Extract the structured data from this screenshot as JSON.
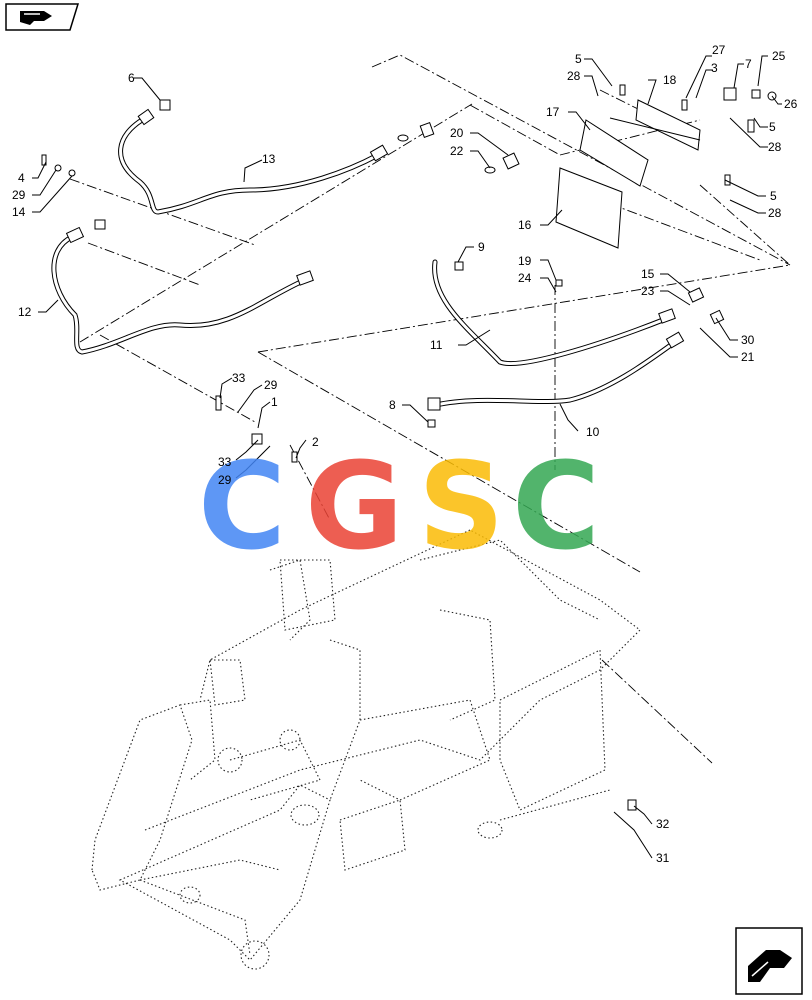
{
  "nav": {
    "prev_icon": "hand-pointer-icon",
    "next_icon": "hand-pointer-icon"
  },
  "watermark": {
    "letters": [
      "C",
      "G",
      "S",
      "C"
    ],
    "colors": [
      "#4285F4",
      "#EA4335",
      "#FBBC05",
      "#34A853"
    ]
  },
  "callouts": [
    {
      "id": "c1",
      "text": "1"
    },
    {
      "id": "c2",
      "text": "2"
    },
    {
      "id": "c3",
      "text": "3"
    },
    {
      "id": "c4",
      "text": "4"
    },
    {
      "id": "c5a",
      "text": "5"
    },
    {
      "id": "c5b",
      "text": "5"
    },
    {
      "id": "c5c",
      "text": "5"
    },
    {
      "id": "c6",
      "text": "6"
    },
    {
      "id": "c7",
      "text": "7"
    },
    {
      "id": "c8",
      "text": "8"
    },
    {
      "id": "c9",
      "text": "9"
    },
    {
      "id": "c10",
      "text": "10"
    },
    {
      "id": "c11",
      "text": "11"
    },
    {
      "id": "c12",
      "text": "12"
    },
    {
      "id": "c13",
      "text": "13"
    },
    {
      "id": "c14",
      "text": "14"
    },
    {
      "id": "c15",
      "text": "15"
    },
    {
      "id": "c16",
      "text": "16"
    },
    {
      "id": "c17",
      "text": "17"
    },
    {
      "id": "c18",
      "text": "18"
    },
    {
      "id": "c19",
      "text": "19"
    },
    {
      "id": "c20",
      "text": "20"
    },
    {
      "id": "c21",
      "text": "21"
    },
    {
      "id": "c22",
      "text": "22"
    },
    {
      "id": "c23",
      "text": "23"
    },
    {
      "id": "c24",
      "text": "24"
    },
    {
      "id": "c25",
      "text": "25"
    },
    {
      "id": "c26",
      "text": "26"
    },
    {
      "id": "c27",
      "text": "27"
    },
    {
      "id": "c28a",
      "text": "28"
    },
    {
      "id": "c28b",
      "text": "28"
    },
    {
      "id": "c28c",
      "text": "28"
    },
    {
      "id": "c29a",
      "text": "29"
    },
    {
      "id": "c29b",
      "text": "29"
    },
    {
      "id": "c29c",
      "text": "29"
    },
    {
      "id": "c30",
      "text": "30"
    },
    {
      "id": "c31",
      "text": "31"
    },
    {
      "id": "c32",
      "text": "32"
    },
    {
      "id": "c33a",
      "text": "33"
    },
    {
      "id": "c33b",
      "text": "33"
    }
  ]
}
